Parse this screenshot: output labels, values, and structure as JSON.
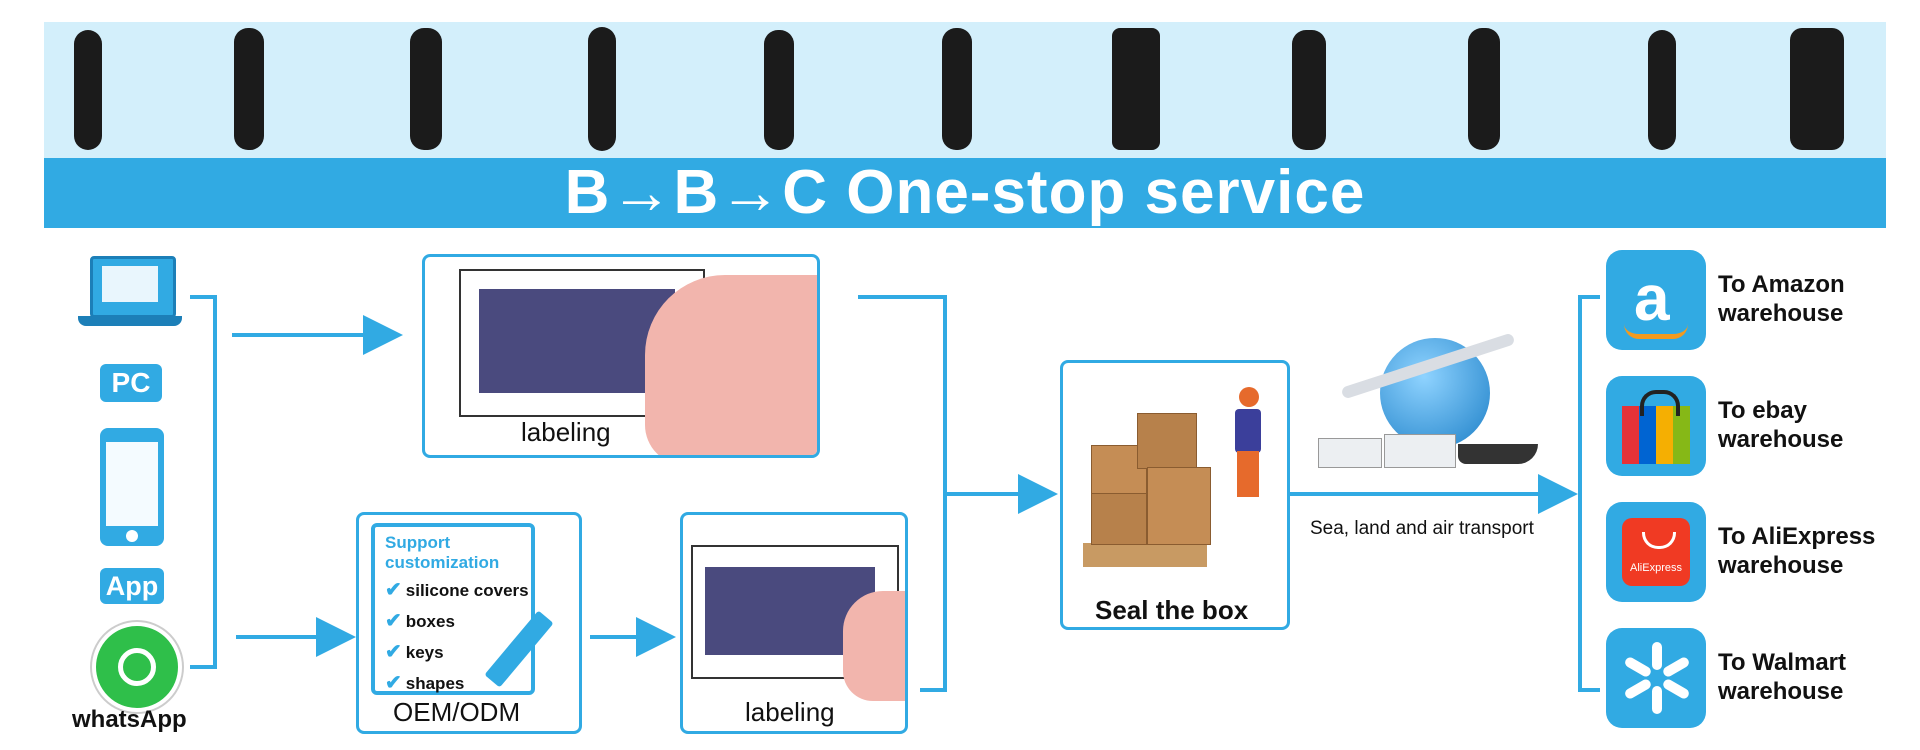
{
  "banner": {
    "title": "B→B→C  One-stop service"
  },
  "channels": {
    "pc": "PC",
    "app": "App",
    "whatsapp": "whatsApp"
  },
  "steps": {
    "labeling_top": "labeling",
    "labeling_bottom": "labeling",
    "oem": "OEM/ODM",
    "seal": "Seal the box"
  },
  "customization": {
    "title_line1": "Support",
    "title_line2": "customization",
    "items": [
      "silicone covers",
      "boxes",
      "keys",
      "shapes"
    ]
  },
  "transport": "Sea, land and air transport",
  "destinations": [
    {
      "line1": "To Amazon",
      "line2": "warehouse",
      "icon": "amazon-logo-icon"
    },
    {
      "line1": "To ebay",
      "line2": "warehouse",
      "icon": "ebay-shopping-bag-icon"
    },
    {
      "line1": "To AliExpress",
      "line2": "warehouse",
      "icon": "aliexpress-bag-icon",
      "logo_text": "AliExpress"
    },
    {
      "line1": "To Walmart",
      "line2": "warehouse",
      "icon": "walmart-spark-icon"
    }
  ],
  "colors": {
    "accent": "#31aae3",
    "strip": "#d3effb"
  }
}
